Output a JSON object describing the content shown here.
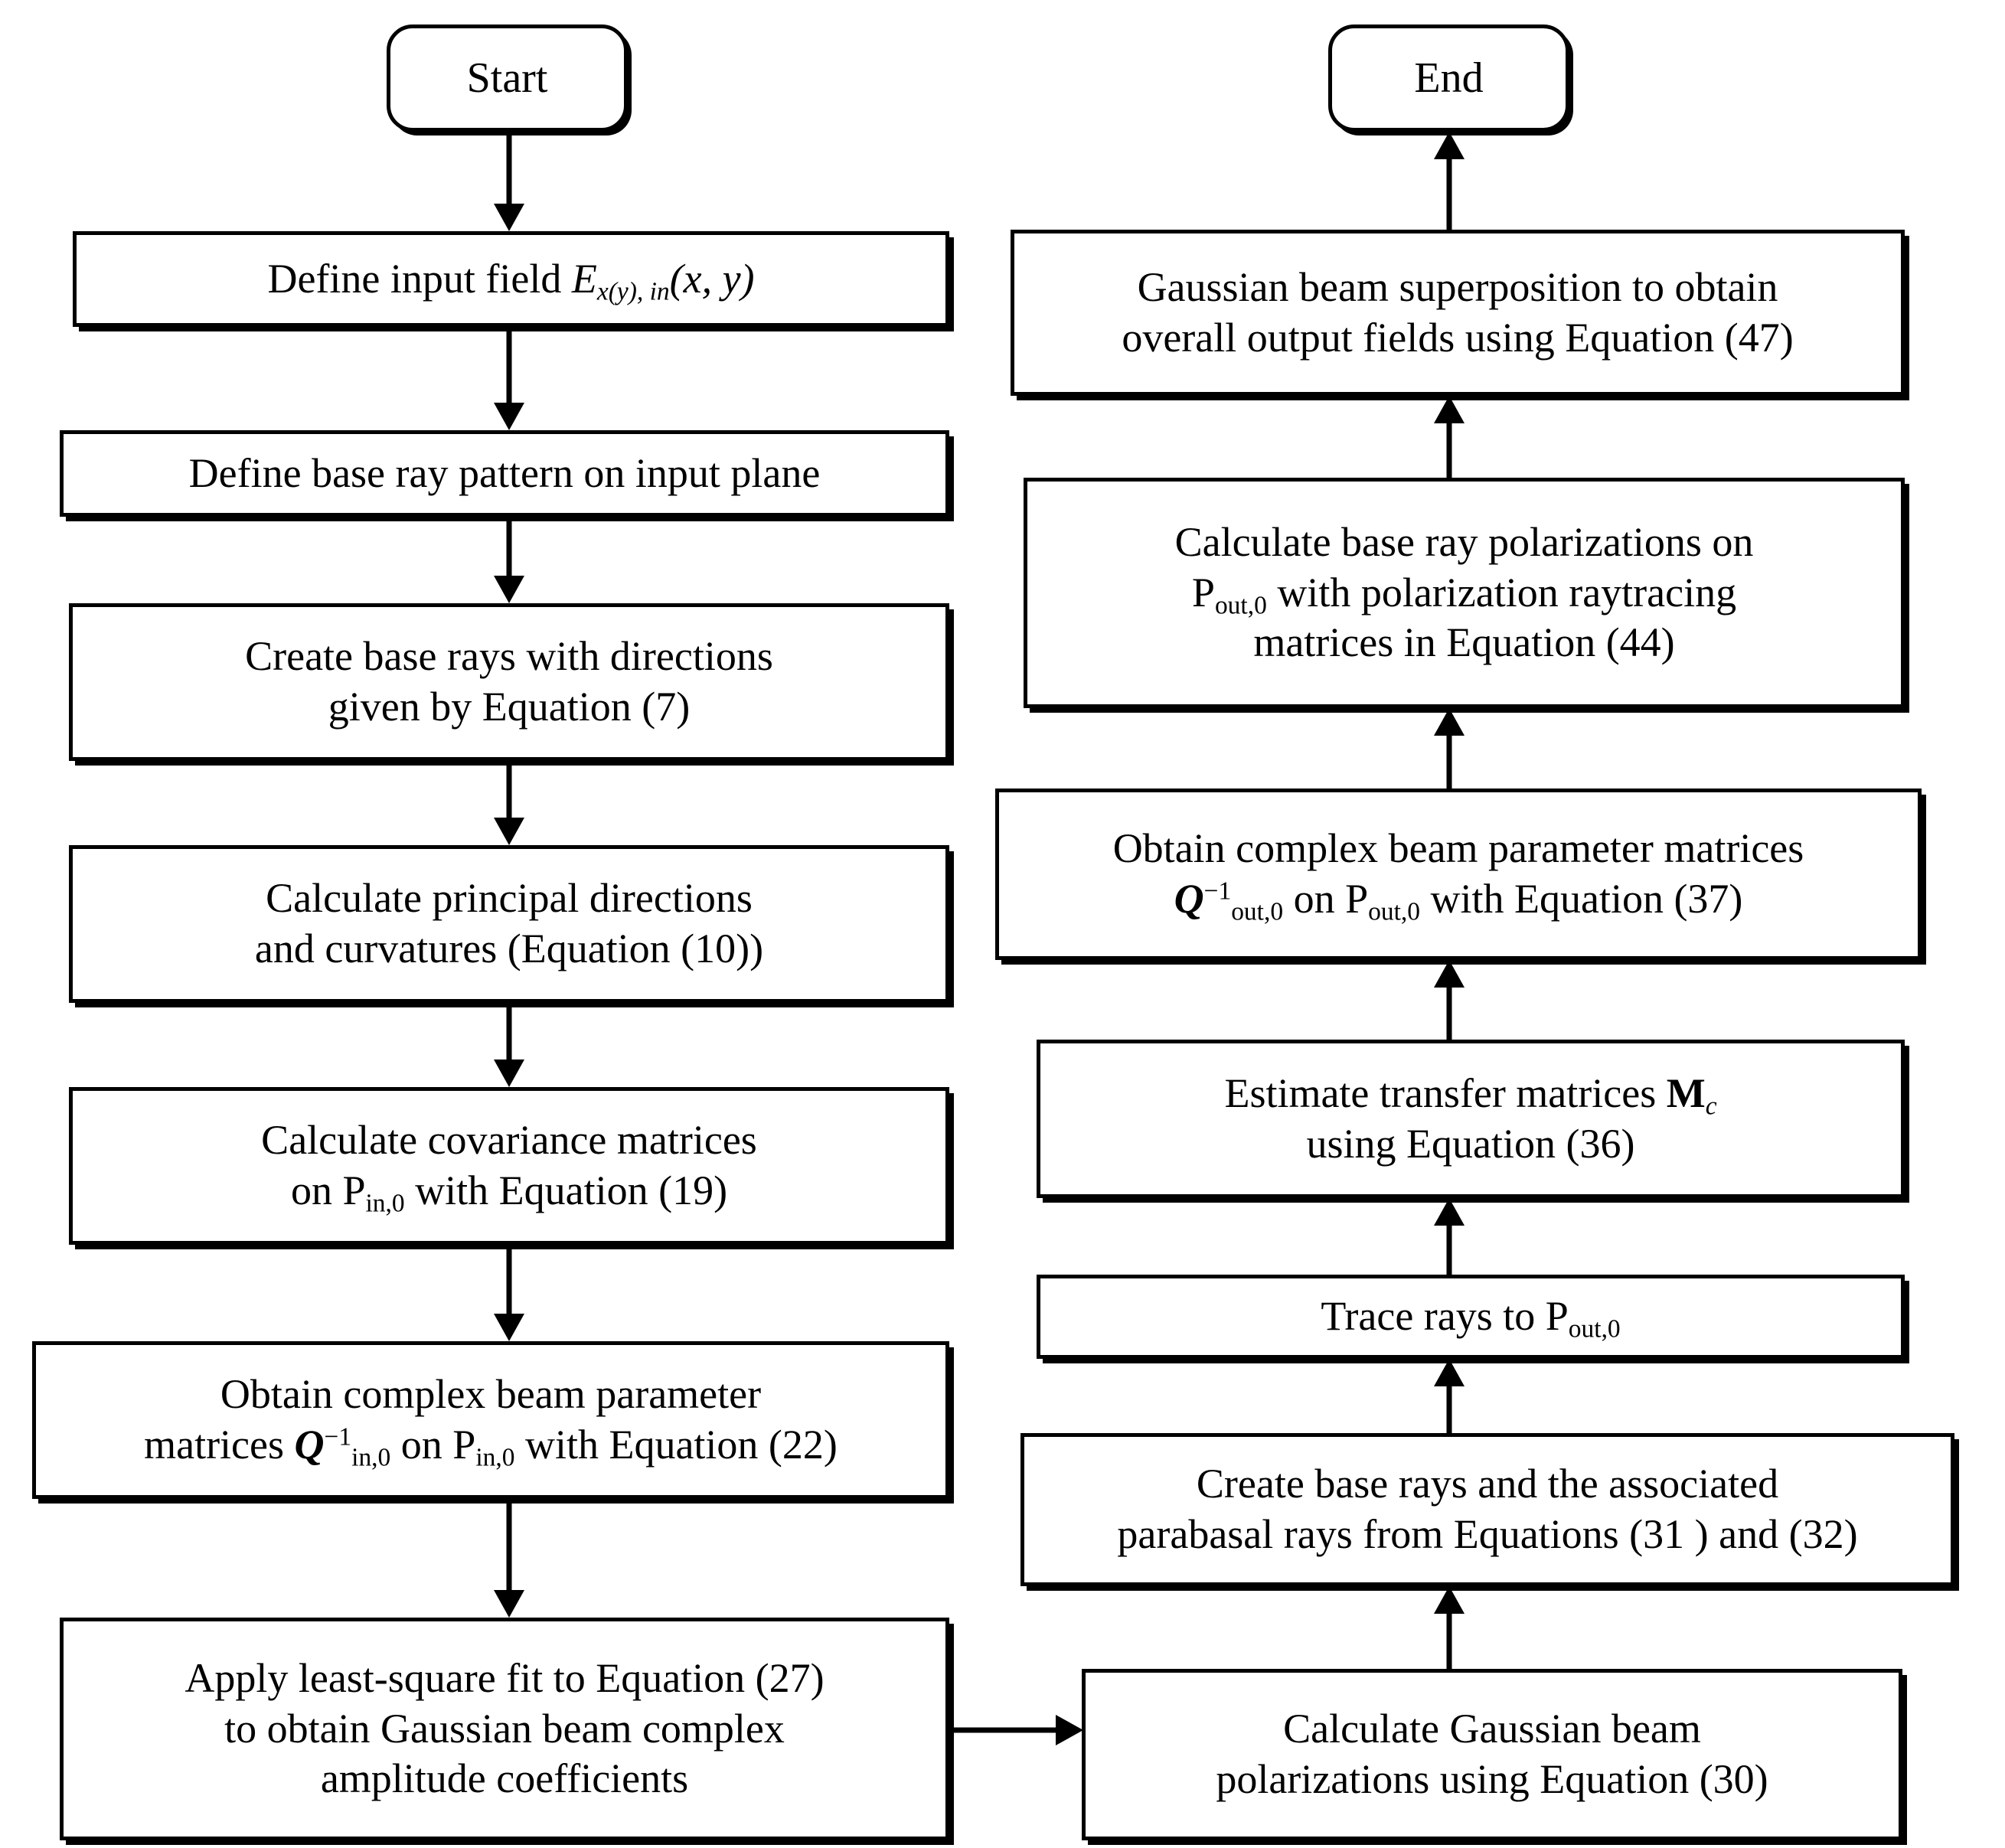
{
  "diagram": {
    "title": "Gaussian beam decomposition raytracing flowchart",
    "type": "flowchart",
    "orientation": "two-column, left column top-to-bottom then right column bottom-to-top",
    "colors": {
      "stroke": "#000000",
      "fill": "#ffffff",
      "text": "#000000"
    }
  },
  "nodes": {
    "start": {
      "label": "Start",
      "shape": "rounded-terminal"
    },
    "end": {
      "label": "End",
      "shape": "rounded-terminal"
    },
    "l1": {
      "prefix": "Define input field ",
      "sym": "E",
      "sub": "x(y), in",
      "suffix": "(x, y)"
    },
    "l2": {
      "label": "Define base ray pattern on input plane"
    },
    "l3": {
      "line1": "Create base rays with directions",
      "line2": "given by Equation (7)"
    },
    "l4": {
      "line1": "Calculate principal directions",
      "line2": "and curvatures (Equation (10))"
    },
    "l5": {
      "line1": "Calculate covariance matrices",
      "line2_a": "on P",
      "line2_sub": "in,0",
      "line2_b": " with Equation (19)"
    },
    "l6": {
      "line1": "Obtain complex beam parameter",
      "line2_a": "matrices  ",
      "sym": "Q",
      "sup": "−1",
      "sub": "in,0",
      "line2_b": "  on P",
      "sub2": "in,0",
      "line2_c": " with Equation (22)"
    },
    "l7": {
      "line1": "Apply least-square fit to Equation (27)",
      "line2": "to obtain Gaussian beam complex",
      "line3": "amplitude coefficients"
    },
    "r1": {
      "line1": "Calculate Gaussian beam",
      "line2": "polarizations using Equation (30)"
    },
    "r2": {
      "line1": "Create base rays and the associated",
      "line2": "parabasal rays from Equations (31 ) and (32)"
    },
    "r3": {
      "prefix": "Trace rays to P",
      "sub": "out,0",
      "suffix": ""
    },
    "r4": {
      "line1_a": "Estimate transfer matrices  ",
      "sym": "M",
      "sub": "c",
      "line2": "using Equation (36)"
    },
    "r5": {
      "line1": "Obtain complex beam parameter matrices",
      "sym": "Q",
      "sup": "−1",
      "sub": "out,0",
      "line2_a": " on P",
      "sub2": "out,0",
      "line2_b": " with Equation (37)"
    },
    "r6": {
      "line1": "Calculate base ray polarizations on",
      "line2_a": "P",
      "line2_sub": "out,0",
      "line2_b": " with polarization raytracing",
      "line3": "matrices in Equation (44)"
    },
    "r7": {
      "line1": "Gaussian beam superposition to obtain",
      "line2": "overall output fields using Equation (47)"
    }
  },
  "edges": [
    {
      "from": "start",
      "to": "l1",
      "dir": "down"
    },
    {
      "from": "l1",
      "to": "l2",
      "dir": "down"
    },
    {
      "from": "l2",
      "to": "l3",
      "dir": "down"
    },
    {
      "from": "l3",
      "to": "l4",
      "dir": "down"
    },
    {
      "from": "l4",
      "to": "l5",
      "dir": "down"
    },
    {
      "from": "l5",
      "to": "l6",
      "dir": "down"
    },
    {
      "from": "l6",
      "to": "l7",
      "dir": "down"
    },
    {
      "from": "l7",
      "to": "r1",
      "dir": "right"
    },
    {
      "from": "r1",
      "to": "r2",
      "dir": "up"
    },
    {
      "from": "r2",
      "to": "r3",
      "dir": "up"
    },
    {
      "from": "r3",
      "to": "r4",
      "dir": "up"
    },
    {
      "from": "r4",
      "to": "r5",
      "dir": "up"
    },
    {
      "from": "r5",
      "to": "r6",
      "dir": "up"
    },
    {
      "from": "r6",
      "to": "r7",
      "dir": "up"
    },
    {
      "from": "r7",
      "to": "end",
      "dir": "up"
    }
  ]
}
